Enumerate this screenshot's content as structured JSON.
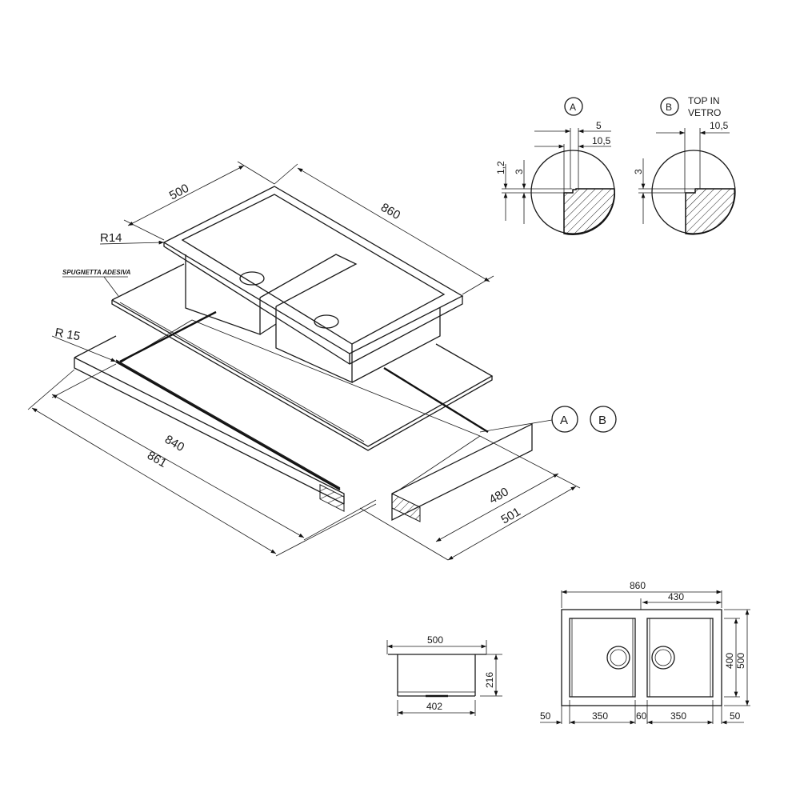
{
  "iso": {
    "width_500": "500",
    "length_860": "860",
    "radius_r14": "R14",
    "sponge_label": "SPUGNETTA ADESIVA",
    "radius_r15": "R 15",
    "cutout_840": "840",
    "top_861": "861",
    "cutout_480": "480",
    "top_501": "501",
    "callout_a": "A",
    "callout_b": "B"
  },
  "detail_a": {
    "label": "A",
    "dim_5": "5",
    "dim_10_5": "10,5",
    "dim_1_2": "1,2",
    "dim_3": "3"
  },
  "detail_b": {
    "label": "B",
    "note_line1": "TOP IN",
    "note_line2": "VETRO",
    "dim_10_5": "10,5",
    "dim_3": "3"
  },
  "side_view": {
    "width": "500",
    "height": "216",
    "bottom": "402"
  },
  "plan_view": {
    "total": "860",
    "half": "430",
    "bowl_depth": "400",
    "depth": "500",
    "margin_left": "50",
    "bowl_left": "350",
    "divider": "60",
    "bowl_right": "350",
    "margin_right": "50"
  }
}
